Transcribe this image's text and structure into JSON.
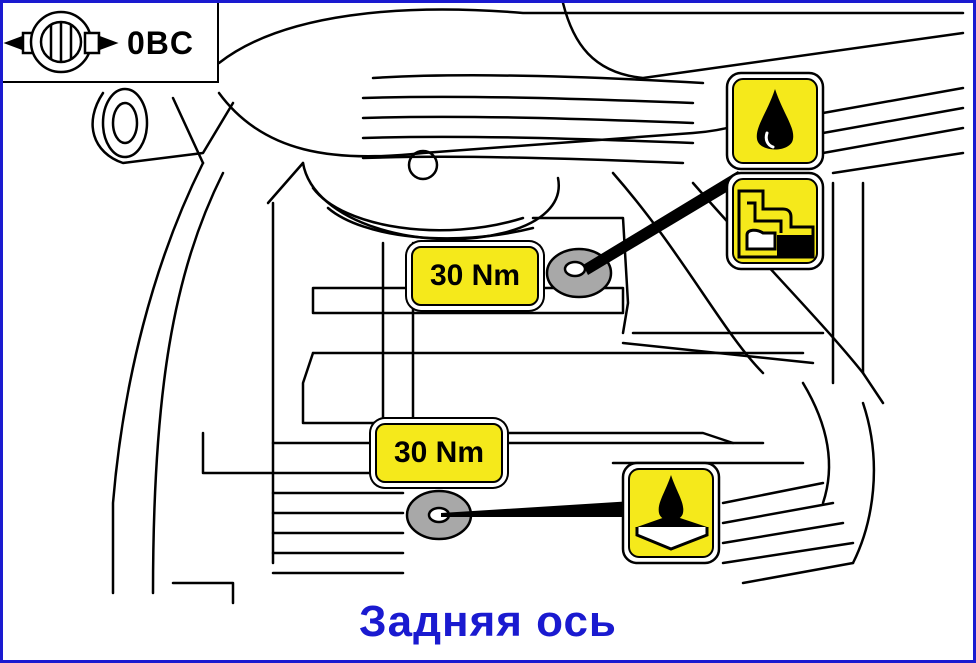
{
  "header": {
    "code": "0BC"
  },
  "torque_labels": [
    "30 Nm",
    "30 Nm"
  ],
  "caption": "Задняя  ось",
  "icons": [
    "wrench-socket-icon",
    "oil-drop-icon",
    "fill-level-icon",
    "oil-drain-icon"
  ],
  "colors": {
    "frame": "#1a1ad0",
    "label_fill": "#f5e91b",
    "caption": "#1a1ad0",
    "plug": "#a8a8a8"
  }
}
